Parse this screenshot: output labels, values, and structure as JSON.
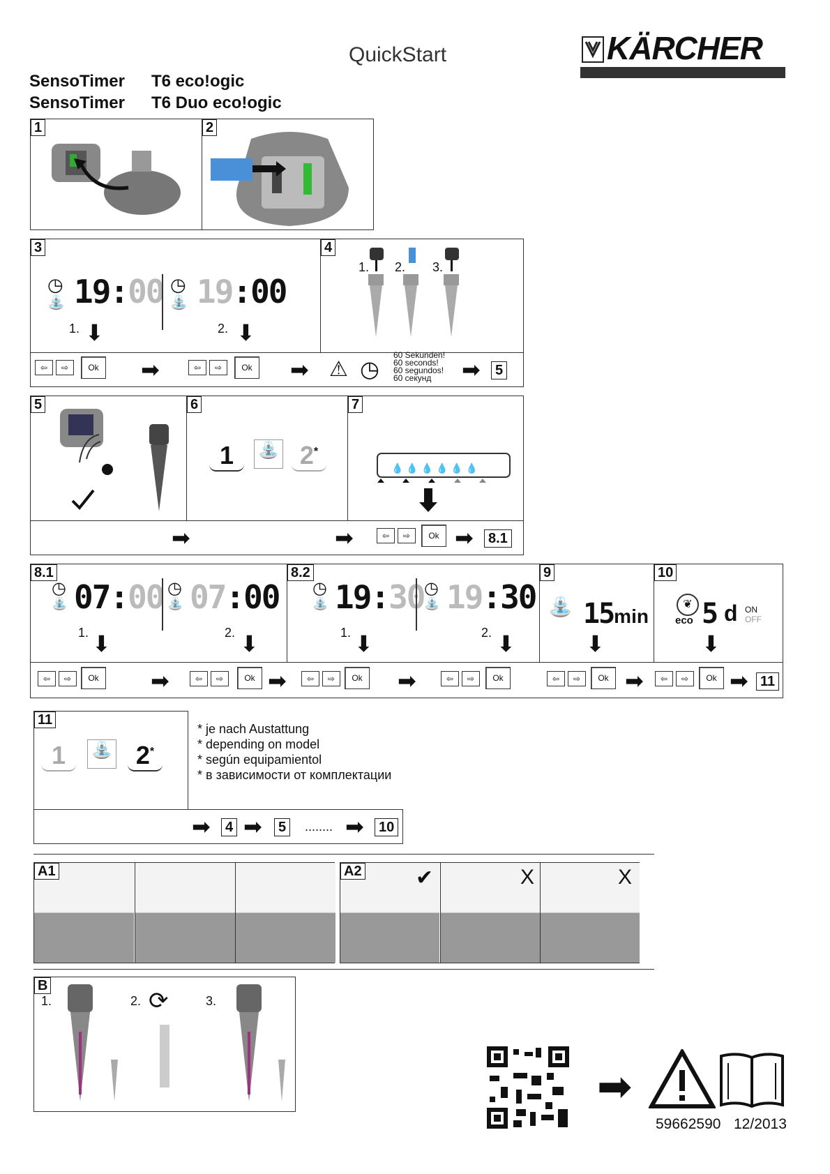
{
  "header": {
    "title": "QuickStart",
    "brand": "KÄRCHER",
    "products": [
      {
        "series": "SensoTimer",
        "model": "T6 eco!ogic"
      },
      {
        "series": "SensoTimer",
        "model": "T6 Duo eco!ogic"
      }
    ]
  },
  "steps": {
    "s1": "1",
    "s2": "2",
    "s3": "3",
    "s4": "4",
    "s5": "5",
    "s6": "6",
    "s7": "7",
    "s81": "8.1",
    "s82": "8.2",
    "s9": "9",
    "s10": "10",
    "s11": "11"
  },
  "step3": {
    "time1_bright": "19",
    "time1_sep": ":",
    "time1_dim": "00",
    "time2_dim": "19",
    "time2_sep": ":",
    "time2_bright": "00",
    "sub1": "1.",
    "sub2": "2."
  },
  "step4": {
    "sub1": "1.",
    "sub2": "2.",
    "sub3": "3.",
    "wait_lines": [
      "60 Sekunden!",
      "60 seconds!",
      "60 segundos!",
      "60 секунд"
    ],
    "next": "5"
  },
  "buttons": {
    "ok": "Ok",
    "left": "⇦",
    "right": "⇨"
  },
  "step6": {
    "zone1": "1",
    "zone2": "2",
    "asterisk": "*"
  },
  "step7": {
    "next": "8.1"
  },
  "step81": {
    "a_bright": "07",
    "a_sep": ":",
    "a_dim": "00",
    "b_dim": "07",
    "b_sep": ":",
    "b_bright": "00",
    "sub1": "1.",
    "sub2": "2."
  },
  "step82": {
    "a_bright": "19",
    "a_sep": ":",
    "a_dim": "30",
    "b_dim": "19",
    "b_sep": ":",
    "b_bright": "30",
    "sub1": "1.",
    "sub2": "2."
  },
  "step9": {
    "value": "15",
    "unit": "min"
  },
  "step10": {
    "value": "5",
    "unit": "d",
    "eco": "eco",
    "on": "ON",
    "off": "OFF",
    "next": "11"
  },
  "step11": {
    "zone1": "1",
    "zone2": "2",
    "asterisk": "*"
  },
  "footnote": [
    "* je nach Austattung",
    "* depending on model",
    "* según equipamientol",
    "* в зависимости от комплектации"
  ],
  "repeat": {
    "from": "4",
    "mid": "5",
    "dots": "........",
    "to": "10"
  },
  "sections": {
    "a1": "A1",
    "a2": "A2",
    "b": "B",
    "mark_x": "X"
  },
  "sectionB": {
    "sub1": "1.",
    "sub2": "2.",
    "sub3": "3."
  },
  "footer": {
    "part_number": "59662590",
    "date": "12/2013"
  }
}
